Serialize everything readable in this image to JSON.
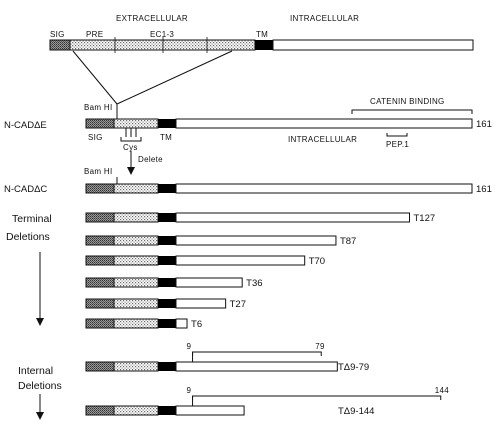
{
  "colors": {
    "ink": "#111111",
    "stipple": "#8a8a8a",
    "dark_stipple": "#5a5a5a",
    "tm": "#000000",
    "bar": "#ffffff"
  },
  "header": {
    "extracellular": "EXTRACELLULAR",
    "intracellular": "INTRACELLULAR"
  },
  "top_bar": {
    "sig": "SIG",
    "pre": "PRE",
    "ec": "EC1-3",
    "tm": "TM"
  },
  "nde": {
    "name": "N-CADΔE",
    "bamhi": "Bam HI",
    "sig": "SIG",
    "cys": "Cys",
    "tm": "TM",
    "intracellular": "INTRACELLULAR",
    "catenin": "CATENIN BINDING",
    "pep": "PEP.1",
    "end": "161"
  },
  "delete_label": "Delete",
  "ndc": {
    "name": "N-CADΔC",
    "bamhi": "Bam HI",
    "end": "161"
  },
  "terminal": {
    "label1": "Terminal",
    "label2": "Deletions",
    "constructs": [
      {
        "label": "T127",
        "length": 127
      },
      {
        "label": "T87",
        "length": 87
      },
      {
        "label": "T70",
        "length": 70
      },
      {
        "label": "T36",
        "length": 36
      },
      {
        "label": "T27",
        "length": 27
      },
      {
        "label": "T6",
        "length": 6
      }
    ]
  },
  "internal": {
    "label1": "Internal",
    "label2": "Deletions",
    "constructs": [
      {
        "label": "TΔ9-79",
        "start": 9,
        "end": 79,
        "start_label": "9",
        "end_label": "79"
      },
      {
        "label": "TΔ9-144",
        "start": 9,
        "end": 144,
        "start_label": "9",
        "end_label": "144"
      }
    ]
  }
}
